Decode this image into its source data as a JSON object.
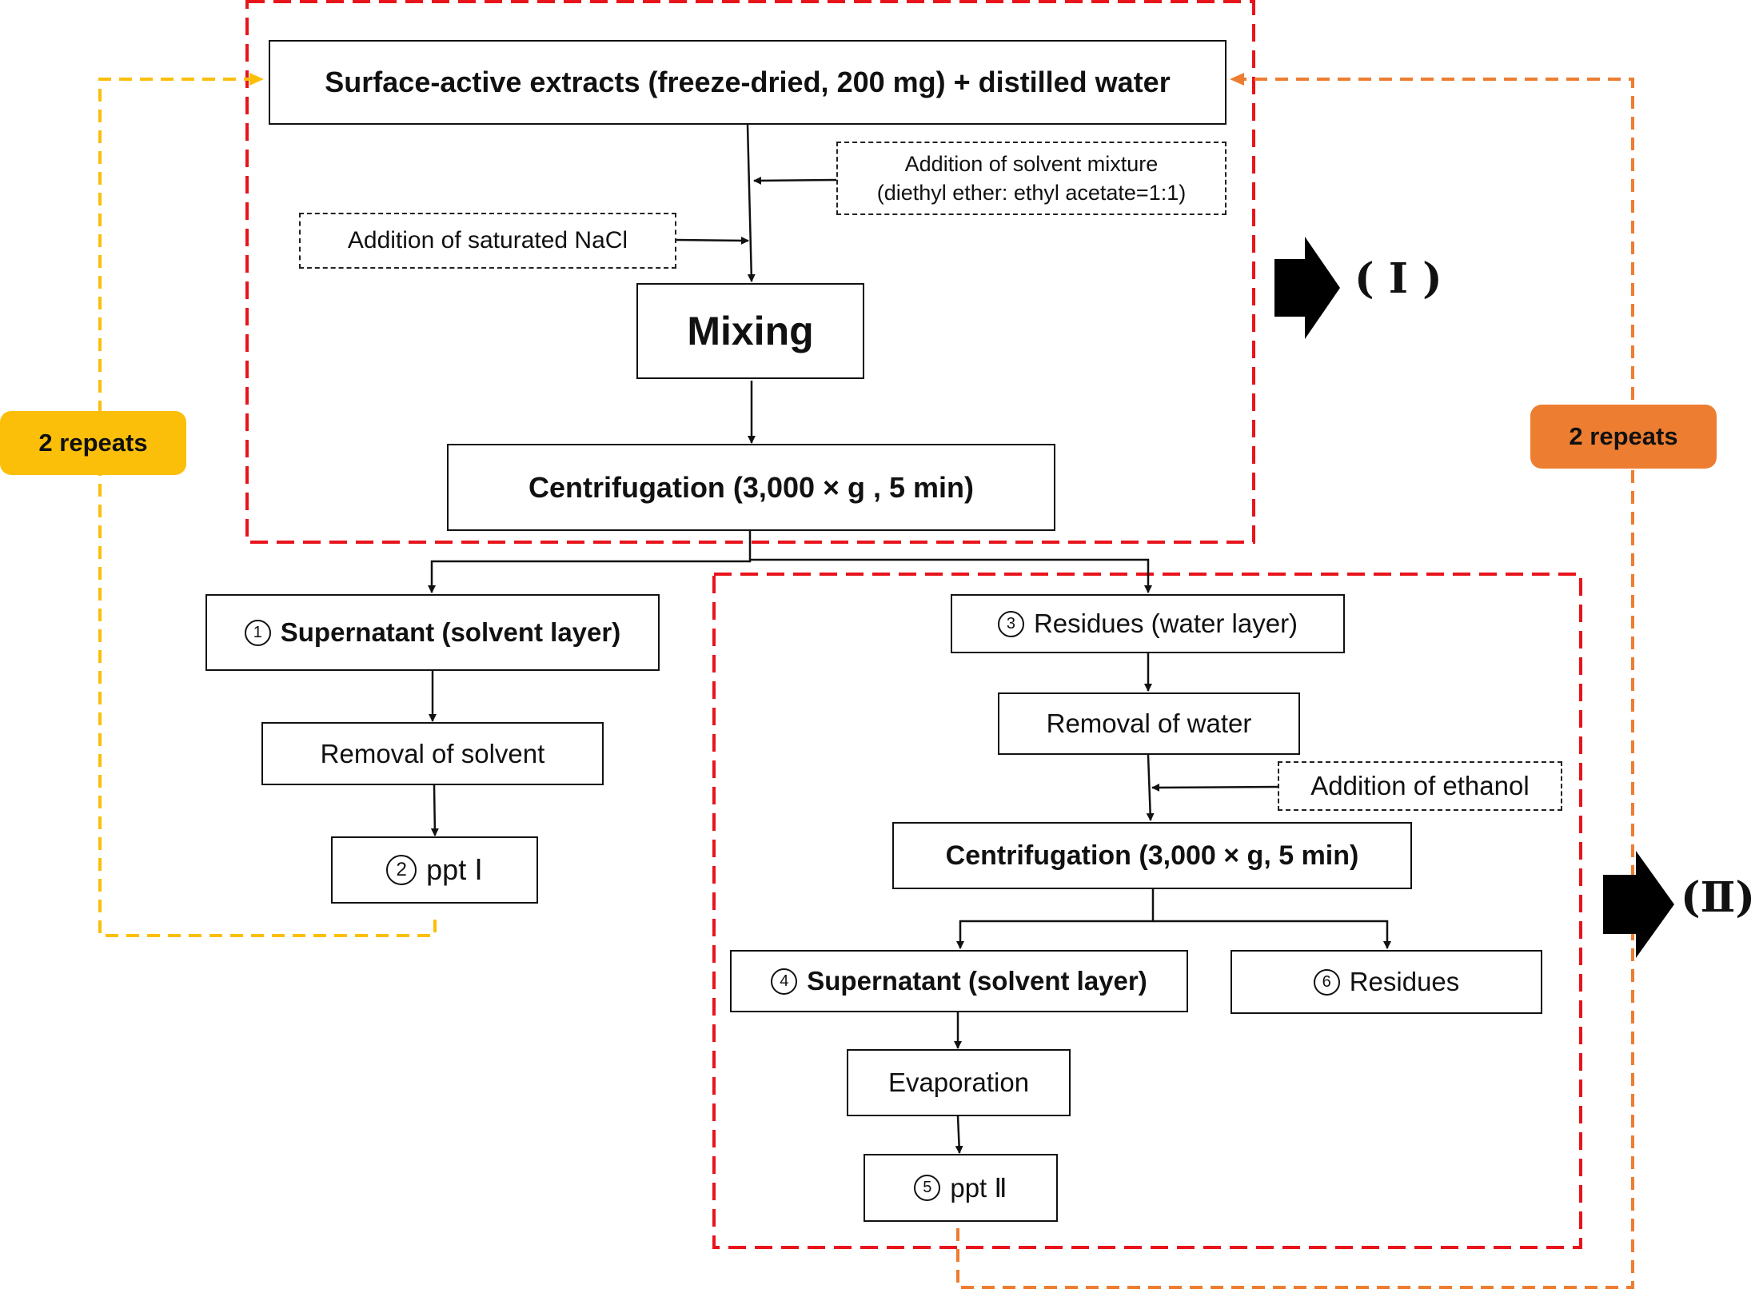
{
  "colors": {
    "frame_red": "#e8141c",
    "loop_yellow": "#fbbf0a",
    "loop_orange": "#ed7d31",
    "line": "#111111"
  },
  "steps": {
    "extract": "Surface-active extracts (freeze-dried, 200 mg)  +  distilled water",
    "solvent_add_1": "Addition of solvent mixture",
    "solvent_add_2": "(diethyl ether: ethyl acetate=1:1)",
    "nacl_add": "Addition  of  saturated  NaCl",
    "mixing": "Mixing",
    "centrifuge_1": "Centrifugation  (3,000  ×  g ,  5  min)",
    "supernatant_1_num": "1",
    "supernatant_1": "Supernatant  (solvent  layer)",
    "removal_solvent": "Removal  of  solvent",
    "ppt1_num": "2",
    "ppt1": "ppt  Ⅰ",
    "residues_water_num": "3",
    "residues_water": "Residues  (water  layer)",
    "removal_water": "Removal  of  water",
    "ethanol_add": "Addition  of  ethanol",
    "centrifuge_2": "Centrifugation  (3,000  ×  g,  5  min)",
    "supernatant_2_num": "4",
    "supernatant_2": "Supernatant  (solvent  layer)",
    "residues_num": "6",
    "residues": "Residues",
    "evaporation": "Evaporation",
    "ppt2_num": "5",
    "ppt2": "ppt  Ⅱ"
  },
  "loops": {
    "left_label": "2 repeats",
    "right_label": "2 repeats"
  },
  "stages": {
    "stage_1": "( Ⅰ )",
    "stage_2": "(Ⅱ)"
  }
}
